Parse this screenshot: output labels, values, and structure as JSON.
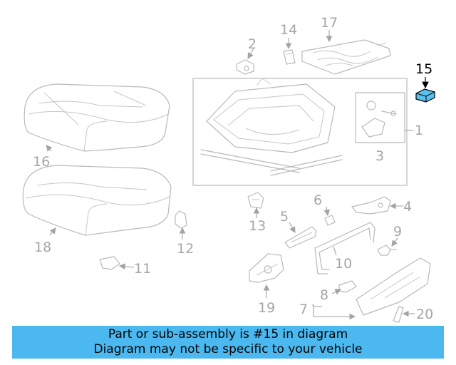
{
  "callouts": {
    "c1": "1",
    "c2": "2",
    "c3": "3",
    "c4": "4",
    "c5": "5",
    "c6": "6",
    "c7": "7",
    "c8": "8",
    "c9": "9",
    "c10": "10",
    "c11": "11",
    "c12": "12",
    "c13": "13",
    "c14": "14",
    "c15": "15",
    "c16": "16",
    "c17": "17",
    "c18": "18",
    "c19": "19",
    "c20": "20"
  },
  "highlight": {
    "part": "15",
    "color": "#5bc0ee"
  },
  "banner": {
    "line1": "Part or sub-assembly is #15 in diagram",
    "line2": "Diagram may not be specific to your vehicle",
    "color": "#4cb8f0"
  }
}
